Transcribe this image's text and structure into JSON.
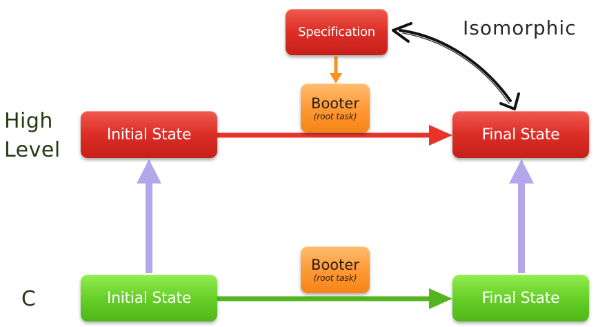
{
  "title": "",
  "labels": {
    "high": "High",
    "level": "Level",
    "c": "C",
    "isomorphic": "Isomorphic"
  },
  "boxes": {
    "specification": "Specification",
    "high_initial": "Initial State",
    "high_final": "Final State",
    "c_initial": "Initial State",
    "c_final": "Final State",
    "booter_top": {
      "title": "Booter",
      "sub": "(root task)"
    },
    "booter_bottom": {
      "title": "Booter",
      "sub": "(root task)"
    }
  },
  "colors": {
    "high_level": "#d9302a",
    "c_level": "#5cc421",
    "booter": "#ff9a36",
    "refinement_arrow": "#b3a6ea",
    "iso_arrow": "#111111"
  }
}
